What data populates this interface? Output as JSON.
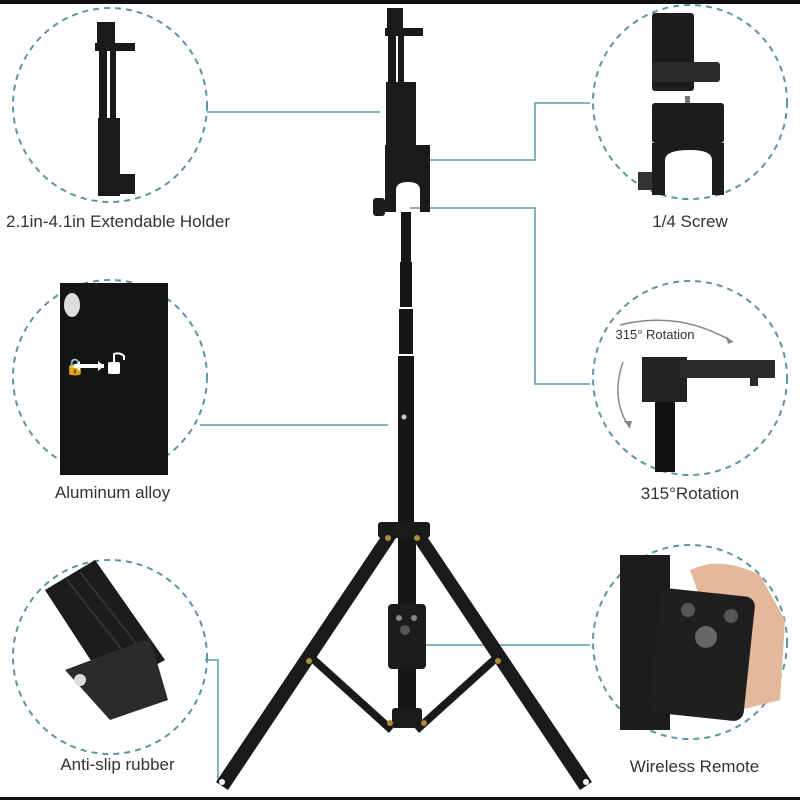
{
  "product": {
    "type": "selfie stick tripod infographic",
    "accent_color": "#5a9aa8",
    "dash_color": "#5b96a3"
  },
  "callouts": [
    {
      "id": "holder",
      "label": "2.1in-4.1in Extendable Holder",
      "position": "top-left"
    },
    {
      "id": "screw",
      "label": "1/4 Screw",
      "position": "top-right"
    },
    {
      "id": "alloy",
      "label": "Aluminum alloy",
      "position": "middle-left"
    },
    {
      "id": "rotation",
      "label": "315°Rotation",
      "inner_label": "315° Rotation",
      "position": "middle-right"
    },
    {
      "id": "rubber",
      "label": "Anti-slip rubber",
      "position": "bottom-left"
    },
    {
      "id": "remote",
      "label": "Wireless Remote",
      "position": "bottom-right"
    }
  ]
}
